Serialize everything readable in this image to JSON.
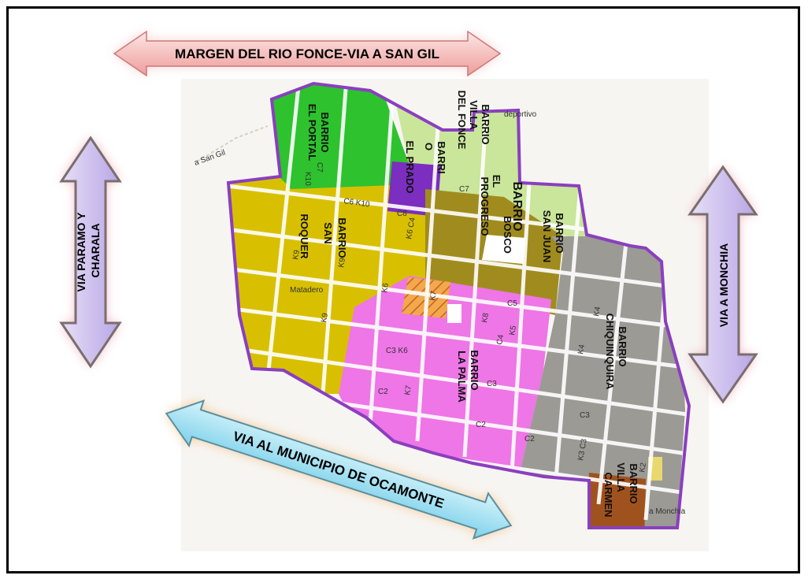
{
  "arrows": {
    "north": "MARGEN DEL RIO FONCE-VIA A SAN GIL",
    "west_line1": "VIA  PARAMO Y",
    "west_line2": "CHARALA",
    "east": "VIA A MONCHIA",
    "south": "VIA AL MUNICIPIO DE OCAMONTE"
  },
  "barrios": {
    "el_portal": [
      "BARRIO",
      "EL PORTAL"
    ],
    "villa_del_fonce": [
      "BARRIO",
      "VILLA",
      "DEL FONCE"
    ],
    "el_prado": [
      "BARRI",
      "O",
      "EL PRADO"
    ],
    "el_progreso": [
      "EL",
      "PROGRESO"
    ],
    "san_juan_bosco": [
      "BARRIO",
      "SAN JUAN",
      "BOSCO"
    ],
    "san_roquer": [
      "BARRIO",
      "SAN",
      "ROQUER"
    ],
    "la_palma": [
      "BARRIO",
      "LA PALMA"
    ],
    "chiquinquira": [
      "BARRIO",
      "CHIQUINQUIRA"
    ],
    "villa_carmen": [
      "BARRIO",
      "VILLA",
      "CARMEN"
    ]
  },
  "places": {
    "matadero": "Matadero",
    "to_san_gil": "a San Gil",
    "deportivo": "deportivo",
    "to_monchia": "a Monchia"
  },
  "streets": {
    "c7a": "C7",
    "k10": "K10",
    "c6k10": "C6 K10",
    "c8": "C8",
    "c7b": "C7",
    "k6c4": "K6 C4",
    "k9": "K9",
    "k6": "K6",
    "k8": "K8",
    "k7": "K7",
    "k5": "K5",
    "c4": "C4",
    "c5": "C5",
    "k4a": "K4",
    "k4b": "K4",
    "c3k6": "C3 K6",
    "c3a": "C3",
    "c2a": "C2",
    "k7b": "K7",
    "c2b": "C2",
    "c3b": "C3",
    "c2c": "C2",
    "k3c3": "K3 C3",
    "k2": "K2",
    "k9b": "K9"
  },
  "colors": {
    "green_dark": "#2ec22e",
    "green_light": "#c9e69a",
    "yellow": "#d8c000",
    "olive": "#a08c1e",
    "purple": "#7b2ebf",
    "pink": "#ee76e6",
    "gray": "#9c9a94",
    "brown": "#a0521e",
    "boundary": "#8a3fbf"
  }
}
